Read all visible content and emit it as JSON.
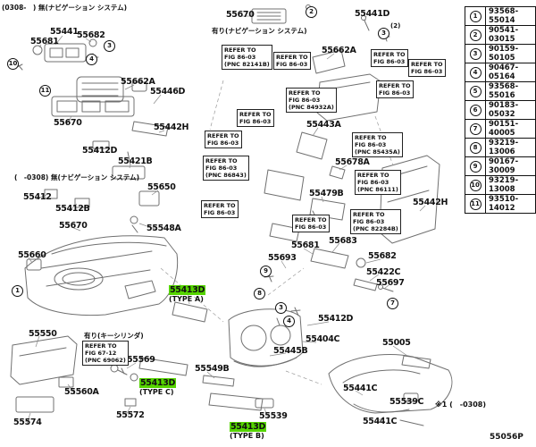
{
  "figure": {
    "code": "55056P",
    "footnote": "※1 (　-0308)"
  },
  "notes": {
    "top_left": "(0308-　) 無(ナビゲーション  システム)",
    "mid_left": "(　-0308) 無(ナビゲーション  システム)",
    "top_middle": "有り(ナビゲーション システム)",
    "bottom_left": "有り(キーシリンダ)"
  },
  "colors": {
    "highlight_green": "#55d400",
    "line_gray": "#707070"
  },
  "legend": {
    "rows": [
      {
        "num": "1",
        "part": "93568-55014"
      },
      {
        "num": "2",
        "part": "90541-03015"
      },
      {
        "num": "3",
        "part": "90159-50105"
      },
      {
        "num": "4",
        "part": "90467-05164"
      },
      {
        "num": "5",
        "part": "93568-55016"
      },
      {
        "num": "6",
        "part": "90183-05032"
      },
      {
        "num": "7",
        "part": "90151-40005"
      },
      {
        "num": "8",
        "part": "93219-13006"
      },
      {
        "num": "9",
        "part": "90167-30009"
      },
      {
        "num": "10",
        "part": "93219-13008"
      },
      {
        "num": "11",
        "part": "93510-14012"
      }
    ]
  },
  "part_labels": [
    {
      "text": "55441"
    },
    {
      "text": "55681"
    },
    {
      "text": "55682"
    },
    {
      "text": "55662A"
    },
    {
      "text": "55446D"
    },
    {
      "text": "55670"
    },
    {
      "text": "55442H"
    },
    {
      "text": "55412D"
    },
    {
      "text": "55421B"
    },
    {
      "text": "55412"
    },
    {
      "text": "55412B"
    },
    {
      "text": "55650"
    },
    {
      "text": "55670"
    },
    {
      "text": "55548A"
    },
    {
      "text": "55660"
    },
    {
      "text": "55550"
    },
    {
      "text": "55569"
    },
    {
      "text": "55560A"
    },
    {
      "text": "55574"
    },
    {
      "text": "55572"
    },
    {
      "text": "55549B"
    },
    {
      "text": "55539"
    },
    {
      "text": "55670"
    },
    {
      "text": "55443A"
    },
    {
      "text": "55678A"
    },
    {
      "text": "55479B"
    },
    {
      "text": "55683"
    },
    {
      "text": "55681"
    },
    {
      "text": "55693"
    },
    {
      "text": "55682"
    },
    {
      "text": "55422C"
    },
    {
      "text": "55697"
    },
    {
      "text": "55441D"
    },
    {
      "text": "55662A"
    },
    {
      "text": "55442H"
    },
    {
      "text": "55412D"
    },
    {
      "text": "55404C"
    },
    {
      "text": "55445B"
    },
    {
      "text": "55005"
    },
    {
      "text": "55441C"
    },
    {
      "text": "55539C"
    },
    {
      "text": "55441C"
    }
  ],
  "highlighted": [
    {
      "part": "55413D",
      "type": "(TYPE A)"
    },
    {
      "part": "55413D",
      "type": "(TYPE C)"
    },
    {
      "part": "55413D",
      "type": "(TYPE B)"
    }
  ],
  "refer_boxes": [
    {
      "lines": [
        "REFER TO",
        "FIG 86-03",
        "(PNC 82141B)"
      ]
    },
    {
      "lines": [
        "REFER TO",
        "FIG 86-03"
      ]
    },
    {
      "lines": [
        "REFER TO",
        "FIG 86-03",
        "(PNC 84932A)"
      ]
    },
    {
      "lines": [
        "REFER TO",
        "FIG 86-03"
      ]
    },
    {
      "lines": [
        "REFER TO",
        "FIG 86-03"
      ]
    },
    {
      "lines": [
        "REFER TO",
        "FIG 86-03",
        "(PNC 86843)"
      ]
    },
    {
      "lines": [
        "REFER TO",
        "FIG 86-03"
      ]
    },
    {
      "lines": [
        "REFER TO",
        "FIG 86-03"
      ]
    },
    {
      "lines": [
        "REFER TO",
        "FIG 86-03"
      ]
    },
    {
      "lines": [
        "REFER TO",
        "FIG 86-03"
      ]
    },
    {
      "lines": [
        "REFER TO",
        "FIG 86-03"
      ]
    },
    {
      "lines": [
        "REFER TO",
        "FIG 86-03",
        "(PNC 85435A)"
      ]
    },
    {
      "lines": [
        "REFER TO",
        "FIG 86-03",
        "(PNC 86111)"
      ]
    },
    {
      "lines": [
        "REFER TO",
        "FIG 86-03",
        "(PNC 82284B)"
      ]
    },
    {
      "lines": [
        "REFER TO",
        "FIG 67-12",
        "(PNC 69062)"
      ]
    }
  ],
  "markers": [
    {
      "num": "10"
    },
    {
      "num": "4"
    },
    {
      "num": "11"
    },
    {
      "num": "3"
    },
    {
      "num": "1"
    },
    {
      "num": "9"
    },
    {
      "num": "8"
    },
    {
      "num": "3"
    },
    {
      "num": "4"
    },
    {
      "num": "3",
      "count": "(2)"
    },
    {
      "num": "2"
    },
    {
      "num": "7"
    }
  ]
}
